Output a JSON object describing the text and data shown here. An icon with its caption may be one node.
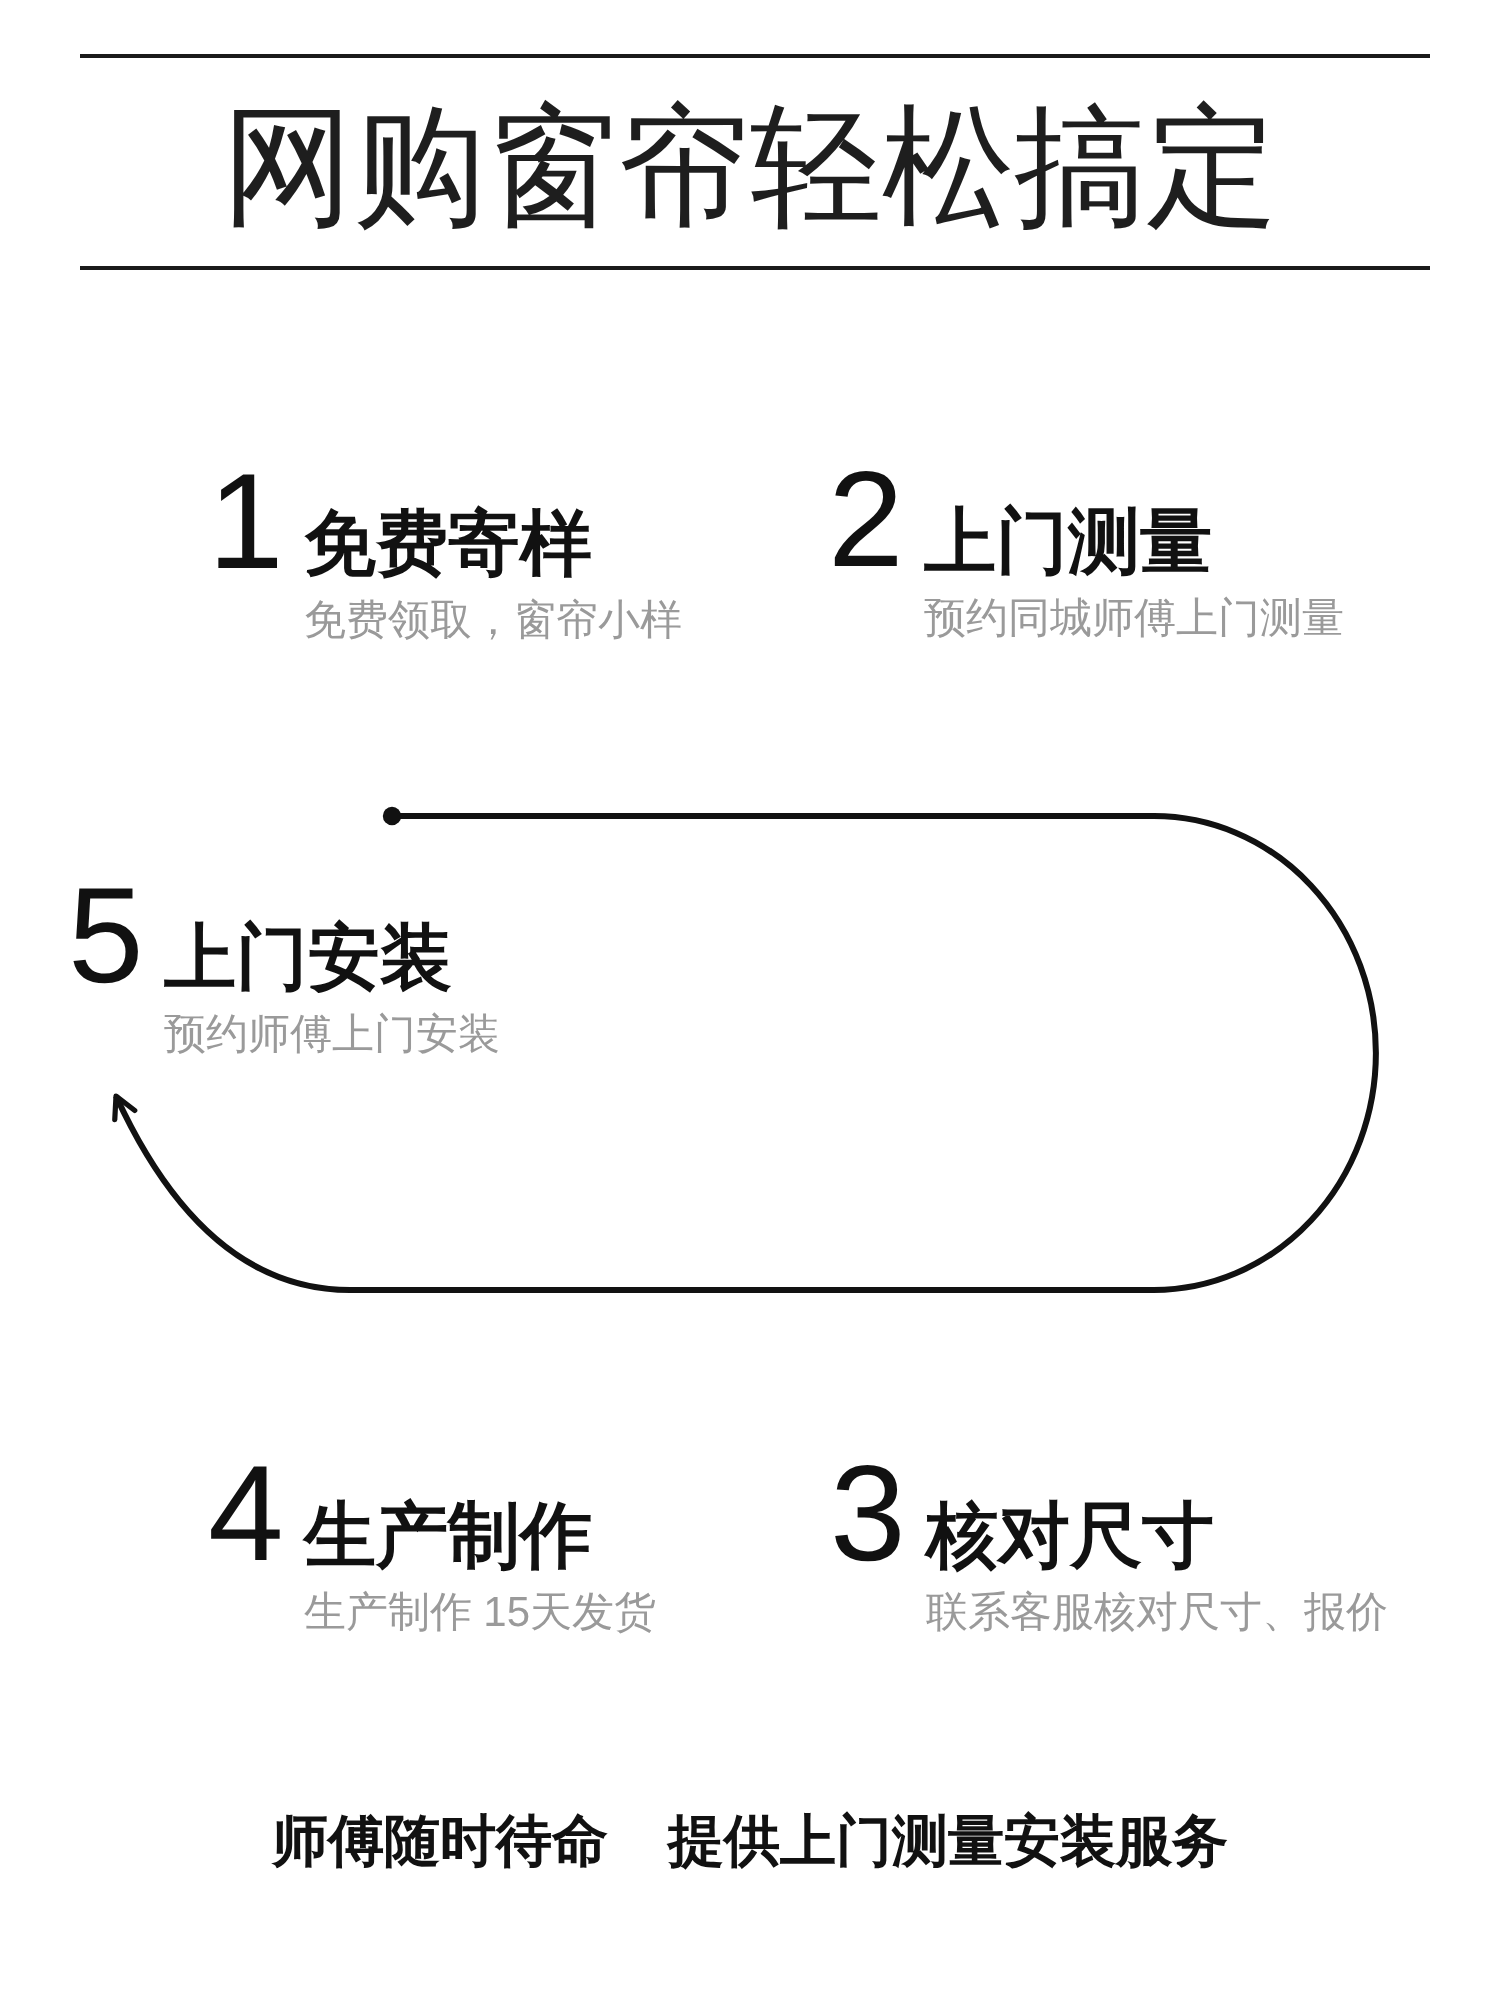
{
  "diagram": {
    "title": "网购窗帘轻松搞定",
    "nodes": [
      {
        "text": [
          "1",
          "免费寄样",
          "免费领取，窗帘小样"
        ]
      },
      {
        "text": [
          "2",
          "上门测量",
          "预约同城师傅上门测量"
        ]
      },
      {
        "text": [
          "5",
          "上门安装",
          "预约师傅上门安装"
        ]
      },
      {
        "text": [
          "4",
          "生产制作",
          "生产制作 15天发货"
        ]
      },
      {
        "text": [
          "3",
          "核对尺寸",
          "联系客服核对尺寸、报价"
        ]
      }
    ],
    "edges": [
      {
        "from": null,
        "to": 2,
        "arrow": "to"
      }
    ],
    "caption": "师傅随时待命 提供上门测量安装服务"
  }
}
